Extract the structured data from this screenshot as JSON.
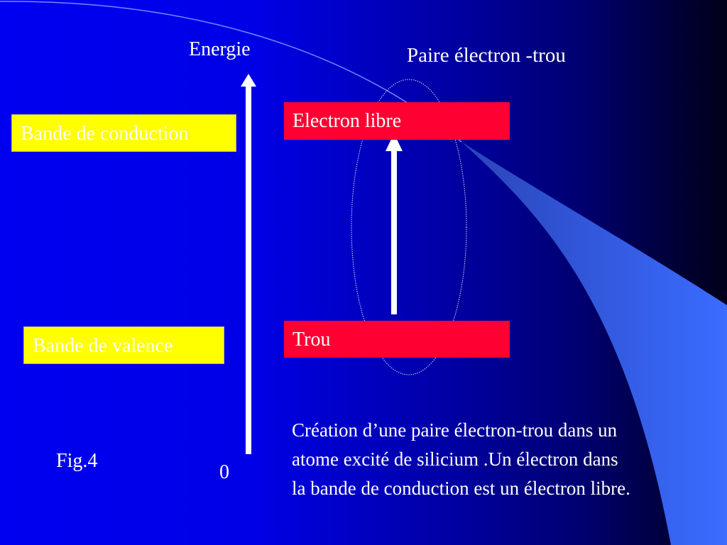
{
  "slide": {
    "axis_label": "Energie",
    "axis_origin": "0",
    "pair_title": "Paire électron -trou",
    "figure_label": "Fig.4",
    "bands": {
      "conduction": "Bande de conduction",
      "valence": "Bande de valence"
    },
    "levels": {
      "electron": "Electron libre",
      "hole": "Trou"
    },
    "caption_lines": [
      "Création d’une paire électron-trou dans un",
      "atome excité de silicium .Un électron dans",
      "la bande de conduction est un électron libre."
    ],
    "colors": {
      "background_left": "#0000f0",
      "background_right": "#000018",
      "band_fill": "#ffff00",
      "level_fill": "#ff0033",
      "accent_swoosh": "#3366ff",
      "text": "#ffffff"
    }
  }
}
